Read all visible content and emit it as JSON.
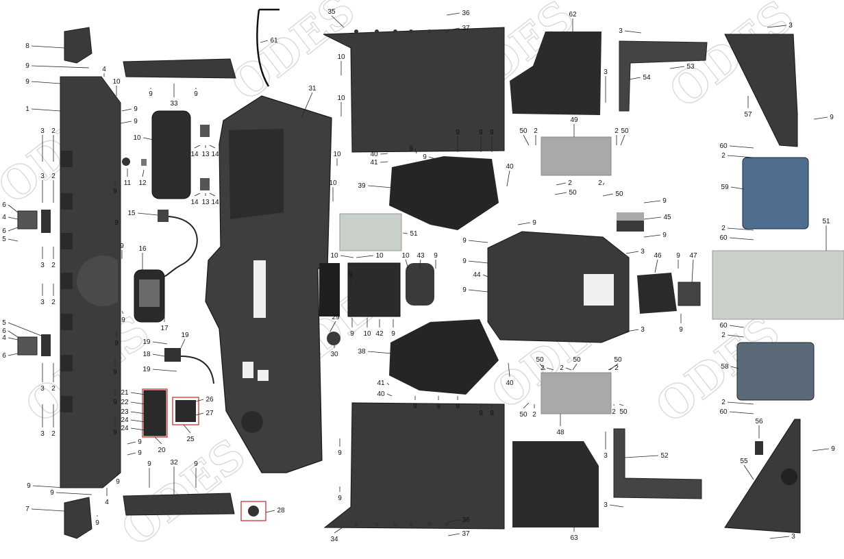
{
  "watermark": "ODES",
  "callouts": [
    "1",
    "2",
    "3",
    "4",
    "5",
    "6",
    "7",
    "8",
    "9",
    "10",
    "11",
    "12",
    "13",
    "14",
    "15",
    "16",
    "17",
    "18",
    "19",
    "20",
    "21",
    "22",
    "23",
    "24",
    "25",
    "26",
    "27",
    "28",
    "29",
    "30",
    "31",
    "32",
    "33",
    "34",
    "35",
    "36",
    "37",
    "38",
    "39",
    "40",
    "41",
    "42",
    "43",
    "44",
    "45",
    "46",
    "47",
    "48",
    "49",
    "50",
    "51",
    "52",
    "53",
    "54",
    "55",
    "56",
    "57",
    "58",
    "59",
    "60",
    "61",
    "62",
    "63"
  ],
  "colors": {
    "part": "#3a3a3a",
    "part_dark": "#262626",
    "part_light": "#5a5a5a",
    "mat": "#2b2b2b",
    "plate": "#a9a9a9",
    "foil": "#c9cfc9",
    "highlight": "#cc2222",
    "panel_blue": "#4e6d8f"
  }
}
